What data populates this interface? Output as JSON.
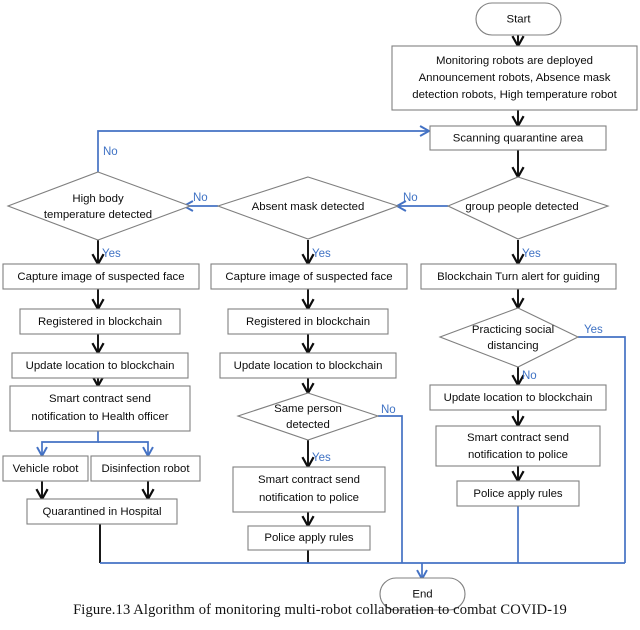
{
  "figure": {
    "caption": "Figure.13 Algorithm of monitoring multi-robot collaboration to combat COVID-19",
    "colors": {
      "node_stroke": "#808080",
      "black_edge": "#0d0d0d",
      "blue_edge": "#4472c4",
      "label_text": "#0d0d0d",
      "edge_label_text": "#3f72c4",
      "background": "#ffffff"
    }
  },
  "nodes": {
    "start": {
      "label": "Start",
      "shape": "terminator"
    },
    "deploy": {
      "shape": "process",
      "line1": "Monitoring robots are deployed",
      "line2": "Announcement robots, Absence mask",
      "line3": "detection robots, High temperature robot"
    },
    "scanning": {
      "label": "Scanning quarantine area",
      "shape": "process"
    },
    "group_people": {
      "label": "group people detected",
      "shape": "decision"
    },
    "absent_mask": {
      "label": "Absent mask detected",
      "shape": "decision"
    },
    "high_temp": {
      "line1": "High body",
      "line2": "temperature detected",
      "shape": "decision"
    },
    "capture_left": {
      "label": "Capture image of suspected  face",
      "shape": "process"
    },
    "register_left": {
      "label": "Registered in blockchain",
      "shape": "process"
    },
    "update_left": {
      "label": "Update location to blockchain",
      "shape": "process"
    },
    "smart_health": {
      "shape": "process",
      "line1": "Smart contract send",
      "line2": "notification to Health officer"
    },
    "vehicle_robot": {
      "label": "Vehicle robot",
      "shape": "process"
    },
    "disinfection_robot": {
      "label": "Disinfection robot",
      "shape": "process"
    },
    "quarantined": {
      "label": "Quarantined in Hospital",
      "shape": "process"
    },
    "capture_mid": {
      "label": "Capture image of suspected  face",
      "shape": "process"
    },
    "register_mid": {
      "label": "Registered in blockchain",
      "shape": "process"
    },
    "update_mid": {
      "label": "Update location to blockchain",
      "shape": "process"
    },
    "same_person": {
      "line1": "Same person",
      "line2": "detected",
      "shape": "decision"
    },
    "smart_police_mid": {
      "shape": "process",
      "line1": "Smart contract send",
      "line2": "notification to police"
    },
    "police_rules_mid": {
      "label": "Police apply rules",
      "shape": "process"
    },
    "blockchain_alert": {
      "label": "Blockchain Turn alert for guiding",
      "shape": "process"
    },
    "social_distancing": {
      "line1": "Practicing social",
      "line2": "distancing",
      "shape": "decision"
    },
    "update_right": {
      "label": "Update location to blockchain",
      "shape": "process"
    },
    "smart_police_right": {
      "shape": "process",
      "line1": "Smart contract send",
      "line2": "notification to police"
    },
    "police_rules_right": {
      "label": "Police apply rules",
      "shape": "process"
    },
    "end": {
      "label": "End",
      "shape": "terminator"
    }
  },
  "edge_labels": {
    "high_temp_no": "No",
    "high_temp_yes": "Yes",
    "absent_mask_no": "No",
    "absent_mask_yes": "Yes",
    "group_people_no": "No",
    "group_people_yes": "Yes",
    "same_person_no": "No",
    "same_person_yes": "Yes",
    "social_distancing_yes": "Yes",
    "social_distancing_no": "No"
  }
}
